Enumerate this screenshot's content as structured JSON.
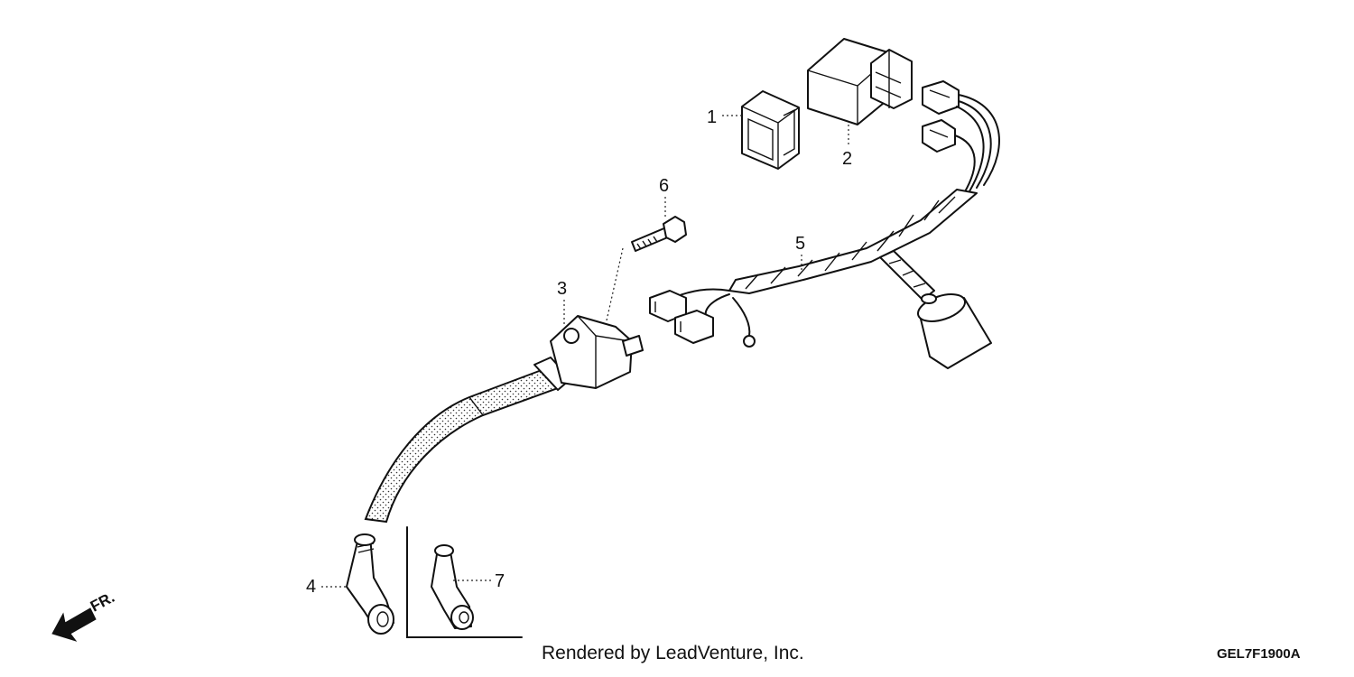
{
  "callouts": {
    "c1": "1",
    "c2": "2",
    "c3": "3",
    "c4": "4",
    "c5": "5",
    "c6": "6",
    "c7": "7"
  },
  "direction_marker": "FR.",
  "credit": "Rendered by LeadVenture, Inc.",
  "diagram_code": "GEL7F1900A"
}
